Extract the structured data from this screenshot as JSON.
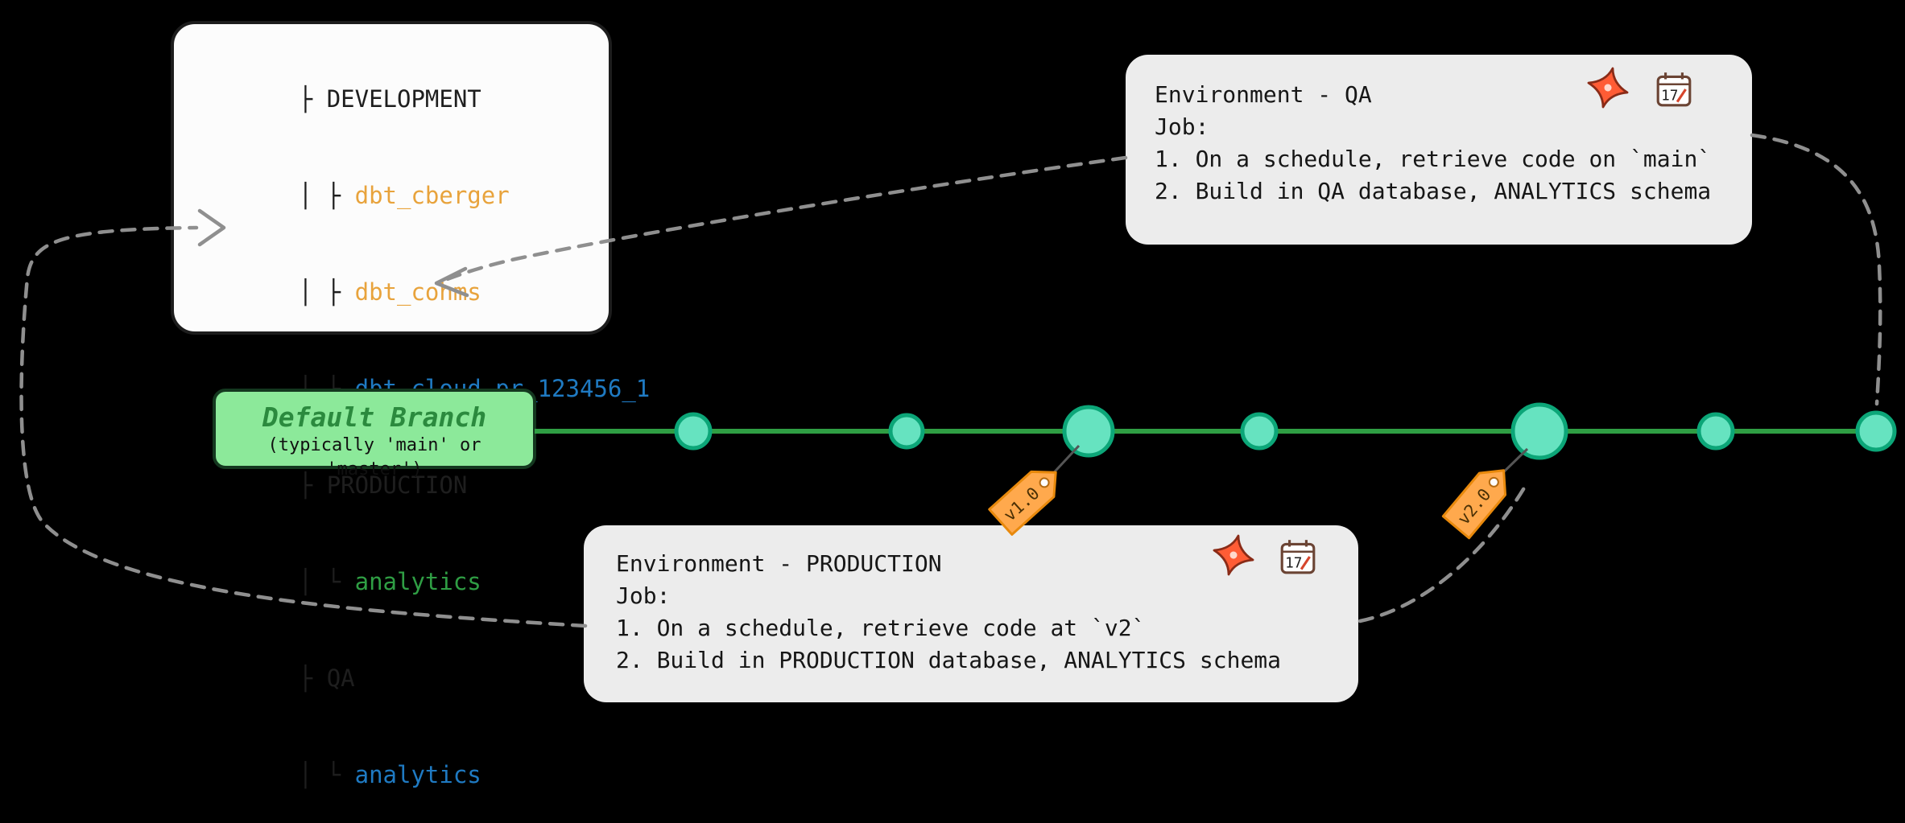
{
  "colors": {
    "background": "#000000",
    "branch_line": "#2f9e44",
    "commit_fill": "#66e3c0",
    "commit_border": "#0ca678",
    "tag_fill": "#ffa94d",
    "tag_border": "#e8890c",
    "connector": "#8f8f8f",
    "dev_schema_text": "#e8a33c",
    "pr_schema_text": "#1f7ac2",
    "prod_schema_text": "#2f9e44",
    "qa_schema_text": "#1f7ac2",
    "heading_text": "#1e1e1e"
  },
  "tree": {
    "lines": [
      {
        "prefix": "├ ",
        "text": "DEVELOPMENT",
        "color": "#1e1e1e"
      },
      {
        "prefix": "│ ├ ",
        "text": "dbt_cberger",
        "color": "#e8a33c"
      },
      {
        "prefix": "│ ├ ",
        "text": "dbt_cohms",
        "color": "#e8a33c"
      },
      {
        "prefix": "│ └ ",
        "text": "dbt_cloud_pr_123456_1",
        "color": "#1f7ac2"
      },
      {
        "prefix": "├ ",
        "text": "PRODUCTION",
        "color": "#1e1e1e"
      },
      {
        "prefix": "│ └ ",
        "text": "analytics",
        "color": "#2f9e44"
      },
      {
        "prefix": "├ ",
        "text": "QA",
        "color": "#1e1e1e"
      },
      {
        "prefix": "│ └ ",
        "text": "analytics",
        "color": "#1f7ac2"
      }
    ]
  },
  "qa_env": {
    "title": "Environment - QA",
    "job_label": "Job:",
    "steps": [
      "1. On a schedule, retrieve code on `main`",
      "2. Build in QA database, ANALYTICS schema"
    ]
  },
  "prod_env": {
    "title": "Environment - PRODUCTION",
    "job_label": "Job:",
    "steps": [
      "1. On a schedule, retrieve code at `v2`",
      "2. Build in PRODUCTION database, ANALYTICS schema"
    ]
  },
  "default_branch": {
    "title": "Default Branch",
    "subtitle": "(typically 'main' or 'master')"
  },
  "tags": [
    {
      "label": "v1.0"
    },
    {
      "label": "v2.0"
    }
  ],
  "calendar": {
    "day": "17"
  }
}
